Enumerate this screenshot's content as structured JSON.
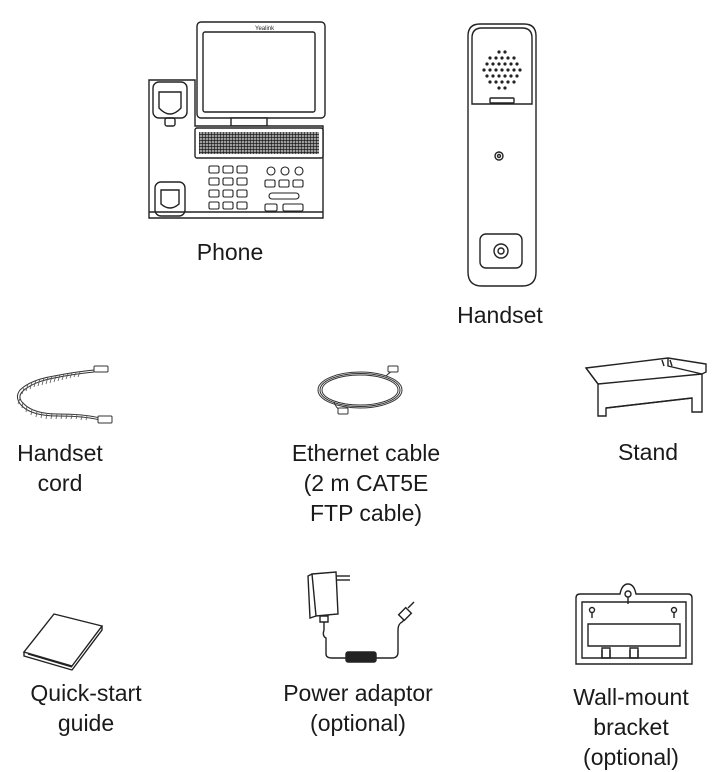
{
  "logo_text": "Yealink",
  "items": {
    "phone": {
      "lines": [
        "Phone"
      ],
      "icon": "desk-phone-icon"
    },
    "handset": {
      "lines": [
        "Handset"
      ],
      "icon": "handset-icon"
    },
    "handset_cord": {
      "lines": [
        "Handset",
        "cord"
      ],
      "icon": "coiled-cord-icon"
    },
    "ethernet_cable": {
      "lines": [
        "Ethernet cable",
        "(2 m CAT5E",
        "FTP cable)"
      ],
      "icon": "ethernet-cable-icon"
    },
    "stand": {
      "lines": [
        "Stand"
      ],
      "icon": "stand-icon"
    },
    "quick_start_guide": {
      "lines": [
        "Quick-start",
        "guide"
      ],
      "icon": "booklet-icon"
    },
    "power_adaptor": {
      "lines": [
        "Power adaptor",
        "(optional)"
      ],
      "icon": "power-adaptor-icon"
    },
    "wall_mount_bracket": {
      "lines": [
        "Wall-mount",
        "bracket",
        "(optional)"
      ],
      "icon": "wall-bracket-icon"
    }
  }
}
